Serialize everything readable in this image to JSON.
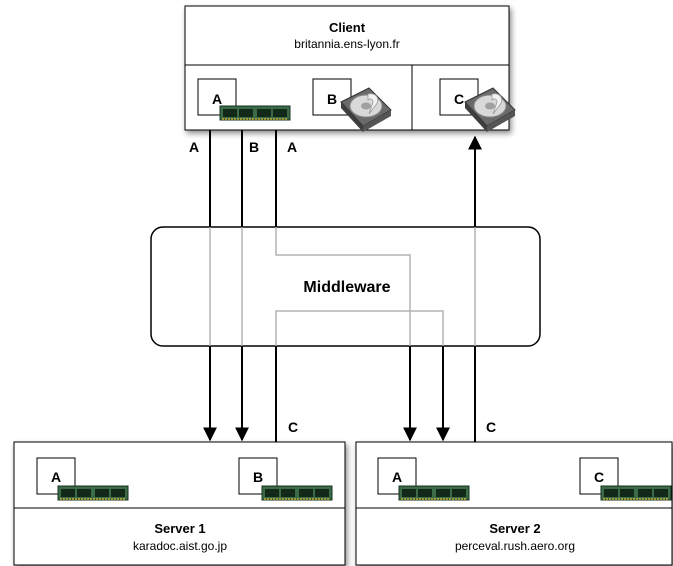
{
  "client": {
    "title": "Client",
    "host": "britannia.ens-lyon.fr",
    "files": [
      "A",
      "B",
      "C"
    ]
  },
  "middleware": {
    "label": "Middleware"
  },
  "server1": {
    "title": "Server 1",
    "host": "karadoc.aist.go.jp",
    "files": [
      "A",
      "B"
    ]
  },
  "server2": {
    "title": "Server 2",
    "host": "perceval.rush.aero.org",
    "files": [
      "A",
      "C"
    ]
  },
  "arrows": {
    "client_a1": "A",
    "client_b": "B",
    "client_a2": "A",
    "server1_c": "C",
    "server2_c": "C"
  },
  "icons": {
    "memory": "memory-chip-icon",
    "disk": "hard-disk-icon"
  },
  "colors": {
    "ram_green": "#2f5e3c",
    "ram_chip": "#173a24",
    "gray_path": "#b3b3b3"
  }
}
